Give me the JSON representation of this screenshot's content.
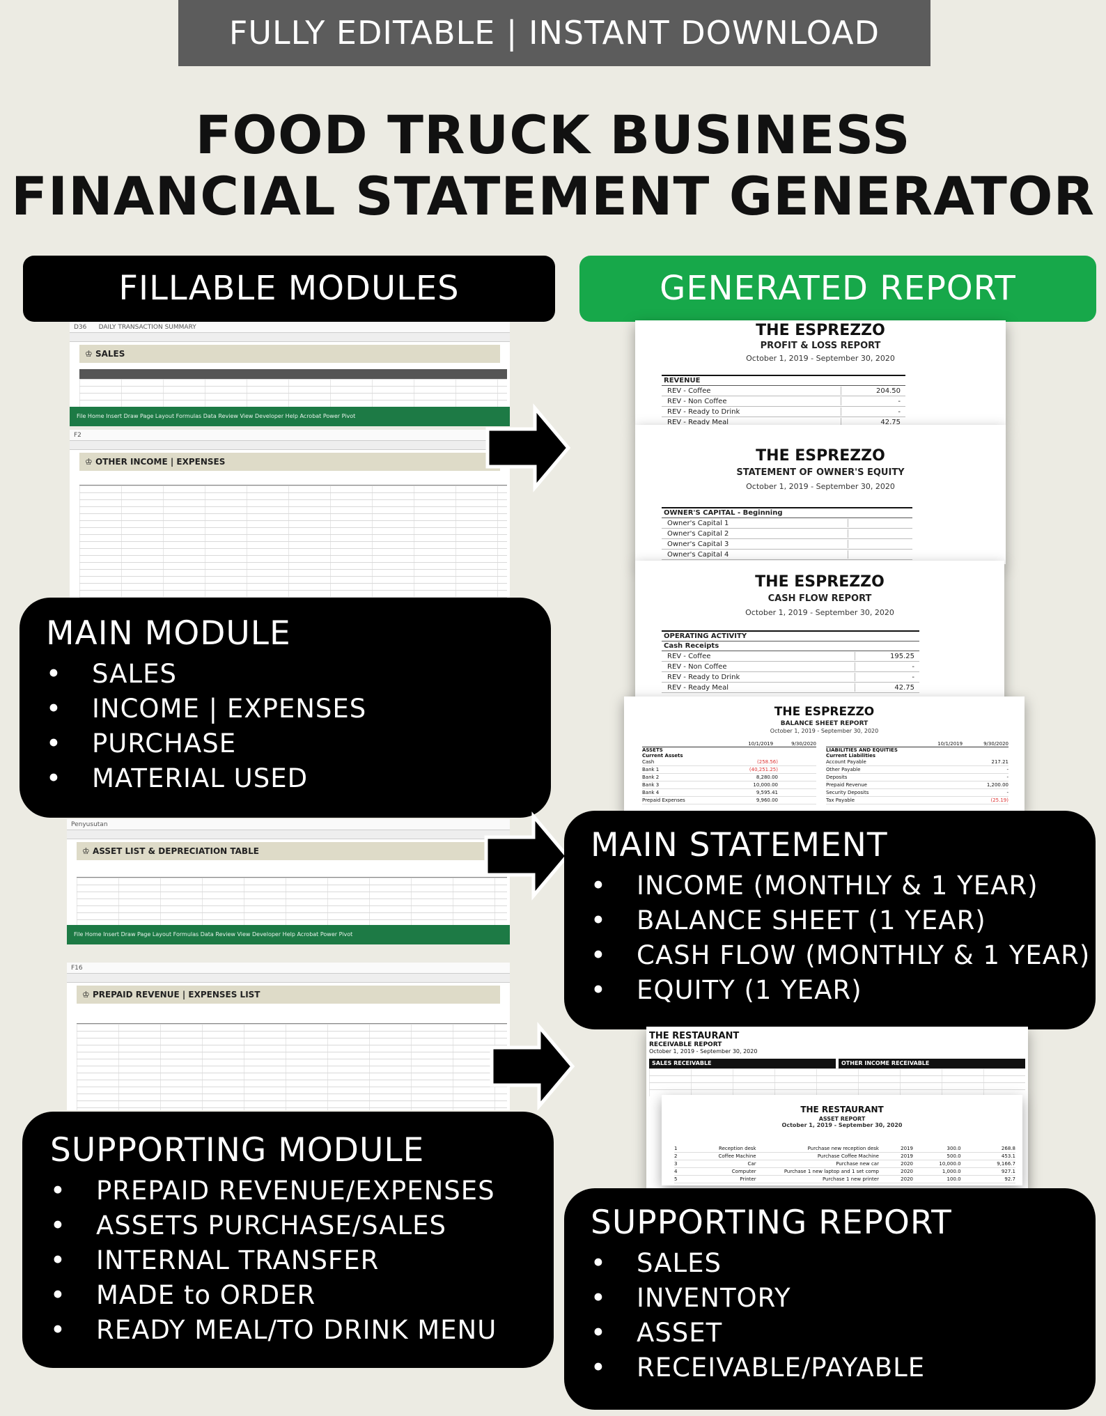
{
  "banner": "FULLY EDITABLE | INSTANT DOWNLOAD",
  "title": {
    "line1": "FOOD TRUCK BUSINESS",
    "line2": "FINANCIAL STATEMENT GENERATOR"
  },
  "headers": {
    "left": "FILLABLE MODULES",
    "right": "GENERATED REPORT"
  },
  "sheets": {
    "sales": {
      "cell_ref": "D36",
      "formula": "DAILY TRANSACTION SUMMARY",
      "title": "SALES"
    },
    "income_expenses": {
      "cell_ref": "F2",
      "title": "OTHER INCOME | EXPENSES"
    },
    "assets": {
      "cell_ref": "Penyusutan",
      "title": "ASSET LIST & DEPRECIATION TABLE"
    },
    "prepaid": {
      "cell_ref": "F16",
      "title": "PREPAID REVENUE | EXPENSES LIST"
    },
    "ribbon_text": "File   Home   Insert   Draw   Page Layout   Formulas   Data   Review   View   Developer   Help   Acrobat   Power Pivot"
  },
  "reports": {
    "pl": {
      "company": "THE ESPREZZO",
      "name": "PROFIT & LOSS REPORT",
      "period": "October 1, 2019 - September 30, 2020",
      "section": "REVENUE",
      "rows": [
        {
          "label": "REV - Coffee",
          "value": "204.50"
        },
        {
          "label": "REV - Non Coffee",
          "value": "-"
        },
        {
          "label": "REV - Ready to Drink",
          "value": "-"
        },
        {
          "label": "REV - Ready Meal",
          "value": "42.75"
        }
      ]
    },
    "equity": {
      "company": "THE ESPREZZO",
      "name": "STATEMENT OF OWNER'S EQUITY",
      "period": "October 1, 2019 - September 30, 2020",
      "section": "OWNER'S CAPITAL - Beginning",
      "rows": [
        {
          "label": "Owner's Capital 1",
          "value": ""
        },
        {
          "label": "Owner's Capital 2",
          "value": ""
        },
        {
          "label": "Owner's Capital 3",
          "value": ""
        },
        {
          "label": "Owner's Capital 4",
          "value": ""
        }
      ]
    },
    "cashflow": {
      "company": "THE ESPREZZO",
      "name": "CASH FLOW REPORT",
      "period": "October 1, 2019 - September 30, 2020",
      "section": "OPERATING ACTIVITY",
      "subsection": "Cash Receipts",
      "rows": [
        {
          "label": "REV - Coffee",
          "value": "195.25"
        },
        {
          "label": "REV - Non Coffee",
          "value": "-"
        },
        {
          "label": "REV - Ready to Drink",
          "value": "-"
        },
        {
          "label": "REV - Ready Meal",
          "value": "42.75"
        }
      ]
    },
    "balance": {
      "company": "THE ESPREZZO",
      "name": "BALANCE SHEET REPORT",
      "period": "October 1, 2019 - September 30, 2020",
      "dates": [
        "10/1/2019",
        "9/30/2020"
      ],
      "assets_label": "ASSETS",
      "current_assets_label": "Current Assets",
      "liabilities_label": "LIABILITIES AND EQUITIES",
      "current_liabilities_label": "Current Liabilities",
      "assets": [
        {
          "label": "Cash",
          "v1": "(258.56)",
          "v2": ""
        },
        {
          "label": "Bank 1",
          "v1": "(40,251.25)",
          "v2": ""
        },
        {
          "label": "Bank 2",
          "v1": "8,280.00",
          "v2": ""
        },
        {
          "label": "Bank 3",
          "v1": "10,000.00",
          "v2": ""
        },
        {
          "label": "Bank 4",
          "v1": "9,595.41",
          "v2": ""
        },
        {
          "label": "Prepaid Expenses",
          "v1": "9,960.00",
          "v2": ""
        }
      ],
      "liabilities": [
        {
          "label": "Account Payable",
          "v1": "",
          "v2": "217.21"
        },
        {
          "label": "Other Payable",
          "v1": "",
          "v2": "-"
        },
        {
          "label": "Deposits",
          "v1": "",
          "v2": "-"
        },
        {
          "label": "Prepaid Revenue",
          "v1": "",
          "v2": "1,200.00"
        },
        {
          "label": "Security Deposits",
          "v1": "",
          "v2": "-"
        },
        {
          "label": "Tax Payable",
          "v1": "",
          "v2": "(25.19)"
        }
      ]
    },
    "receivable": {
      "company": "THE RESTAURANT",
      "name": "RECEIVABLE REPORT",
      "period": "October 1, 2019 - September 30, 2020",
      "left_label": "SALES RECEIVABLE",
      "right_label": "OTHER INCOME RECEIVABLE"
    },
    "asset": {
      "company": "THE RESTAURANT",
      "name": "ASSET REPORT",
      "period": "October 1, 2019 - September 30, 2020",
      "rows": [
        {
          "no": "1",
          "name": "Reception desk",
          "desc": "Purchase new reception desk",
          "year": "2019",
          "price": "300.0",
          "book": "268.8"
        },
        {
          "no": "2",
          "name": "Coffee Machine",
          "desc": "Purchase Coffee Machine",
          "year": "2019",
          "price": "500.0",
          "book": "453.1"
        },
        {
          "no": "3",
          "name": "Car",
          "desc": "Purchase new car",
          "year": "2020",
          "price": "10,000.0",
          "book": "9,166.7"
        },
        {
          "no": "4",
          "name": "Computer",
          "desc": "Purchase 1 new laptop and 1 set comp",
          "year": "2020",
          "price": "1,000.0",
          "book": "927.1"
        },
        {
          "no": "5",
          "name": "Printer",
          "desc": "Purchase 1 new printer",
          "year": "2020",
          "price": "100.0",
          "book": "92.7"
        }
      ]
    }
  },
  "panels": {
    "main_module": {
      "title": "MAIN MODULE",
      "items": [
        "SALES",
        "INCOME | EXPENSES",
        "PURCHASE",
        "MATERIAL USED"
      ]
    },
    "main_statement": {
      "title": "MAIN STATEMENT",
      "items": [
        "INCOME (MONTHLY  & 1 YEAR)",
        "BALANCE SHEET (1 YEAR)",
        "CASH FLOW (MONTHLY & 1 YEAR)",
        "EQUITY (1 YEAR)"
      ]
    },
    "supporting_module": {
      "title": "SUPPORTING MODULE",
      "items": [
        "PREPAID REVENUE/EXPENSES",
        "ASSETS PURCHASE/SALES",
        "INTERNAL TRANSFER",
        "MADE to ORDER",
        "READY MEAL/TO DRINK MENU"
      ]
    },
    "supporting_report": {
      "title": "SUPPORTING REPORT",
      "items": [
        "SALES",
        "INVENTORY",
        "ASSET",
        "RECEIVABLE/PAYABLE"
      ]
    }
  },
  "colors": {
    "background": "#ecebe3",
    "banner": "#5c5c5c",
    "green_header": "#17a84a",
    "excel_ribbon": "#1d7a45"
  }
}
